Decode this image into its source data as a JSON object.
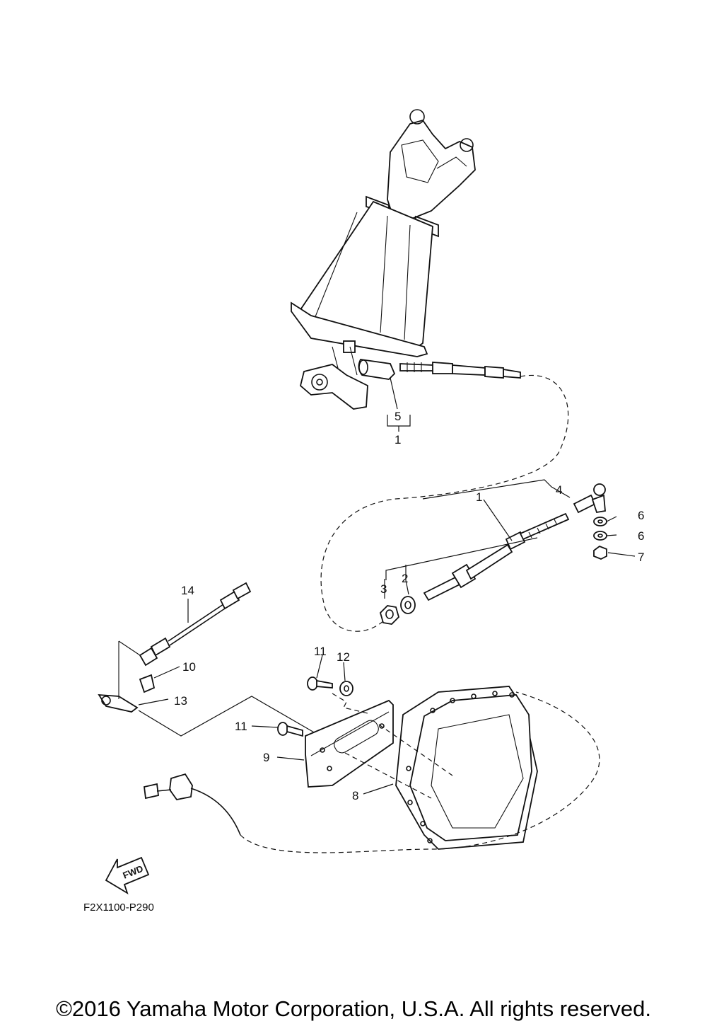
{
  "callouts": {
    "c1_top": "1",
    "c5": "5",
    "c1_mid": "1",
    "c4": "4",
    "c6a": "6",
    "c6b": "6",
    "c7": "7",
    "c3": "3",
    "c2": "2",
    "c14": "14",
    "c10": "10",
    "c13": "13",
    "c11a": "11",
    "c12": "12",
    "c11b": "11",
    "c9": "9",
    "c8": "8"
  },
  "fwd_label": "FWD",
  "figure_code": "F2X1100-P290",
  "copyright": "©2016 Yamaha Motor Corporation, U.S.A. All rights reserved."
}
